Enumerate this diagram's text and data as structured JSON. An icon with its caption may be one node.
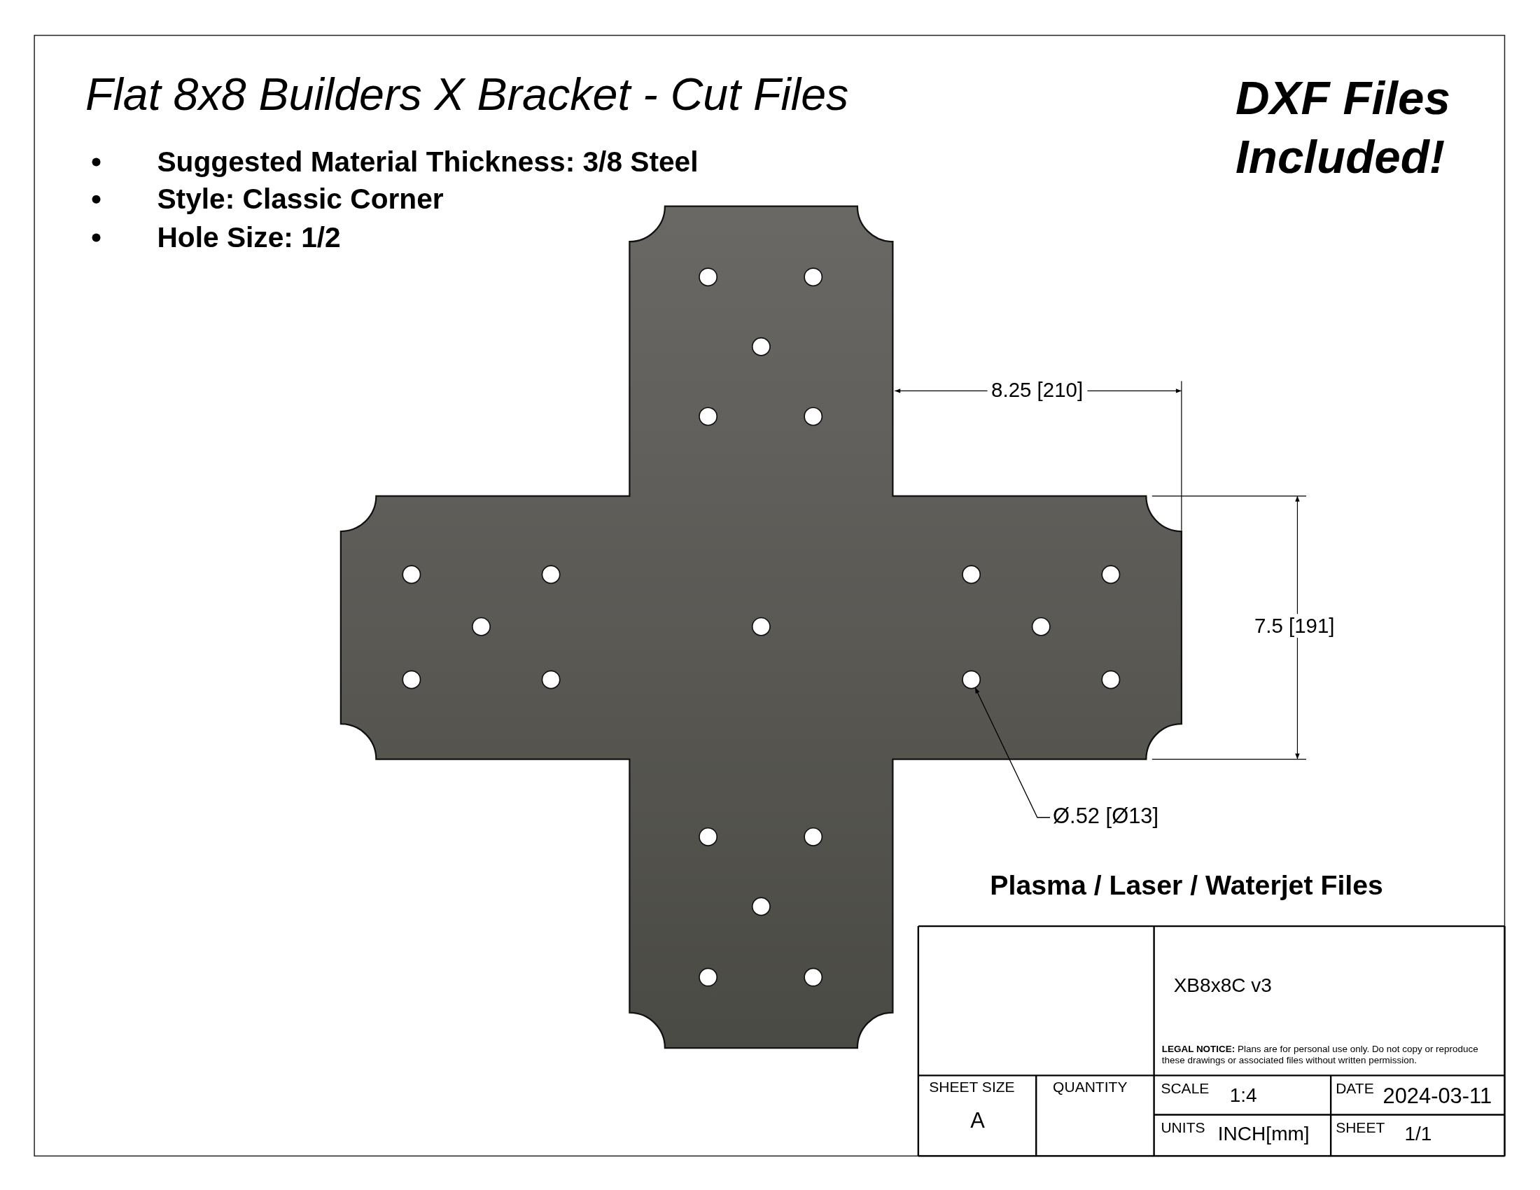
{
  "diagram": {
    "title": "Flat 8x8 Builders X Bracket  - Cut Files",
    "nodes": [
      {
        "text": [
          "Ø.52 [Ø13]"
        ]
      },
      {
        "text": [],
        "shape": "circle"
      }
    ],
    "edges": [
      {
        "from": 0,
        "to": 1,
        "arrow": "to"
      }
    ],
    "labels": [
      "Suggested Material Thickness: 3/8 Steel",
      "Style: Classic Corner",
      "Hole Size: 1/2",
      "DXF Files Included!",
      "8.25 [210]",
      "7.5 [191]",
      "Plasma / Laser / Waterjet Files",
      "XB8x8C v3",
      "**LEGAL NOTICE:** Plans are for personal use only. Do not copy or reproduce these drawings or associated files without written permission.",
      "SHEET SIZE",
      "A",
      "QUANTITY",
      "SCALE",
      "1:4",
      "DATE",
      "2024-03-11",
      "UNITS",
      "INCH[mm]",
      "SHEET",
      "1/1"
    ]
  }
}
